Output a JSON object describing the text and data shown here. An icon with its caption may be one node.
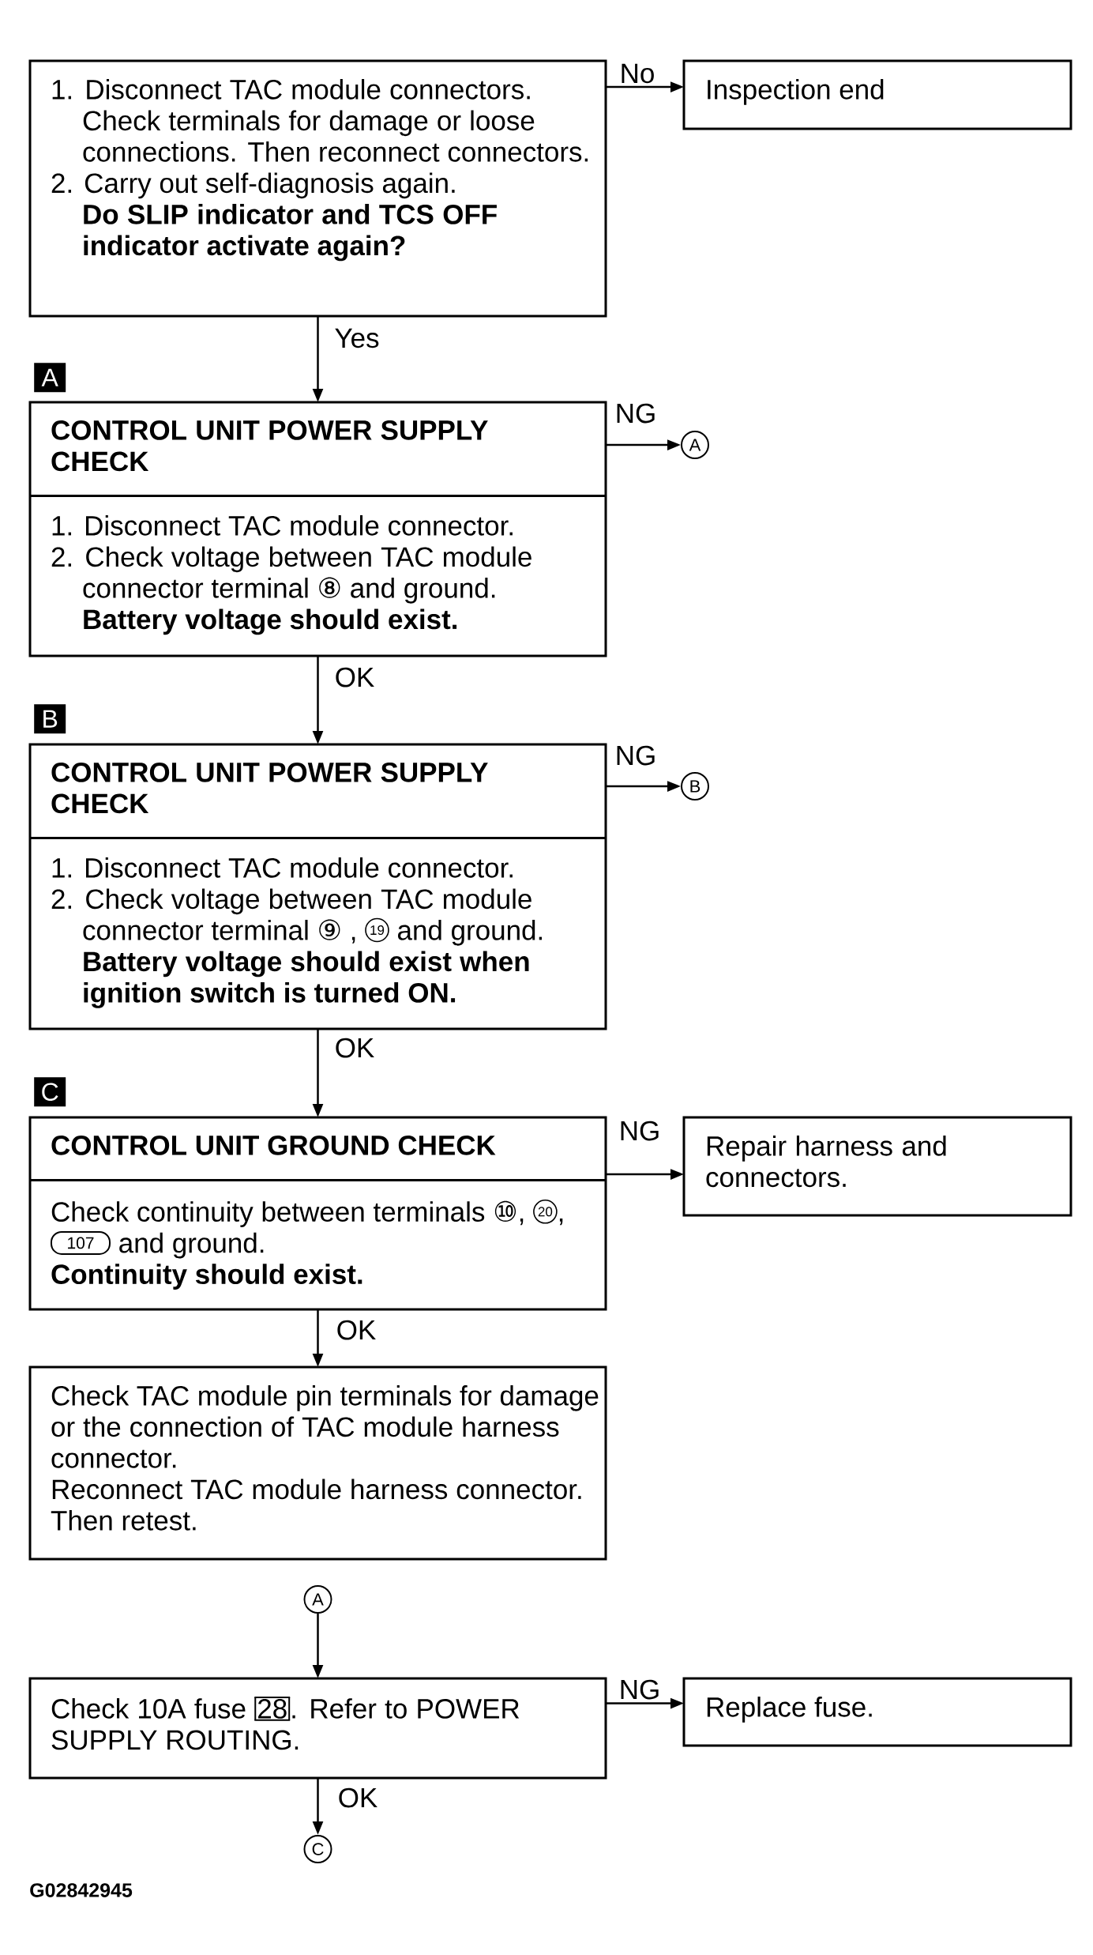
{
  "diagram": {
    "nodes": [
      {
        "text": [
          "1. Disconnect TAC module connectors. Check terminals for damage or loose connections. Then reconnect connectors.",
          "2. Carry out self-diagnosis again.",
          "Do SLIP indicator and TCS OFF indicator activate again?"
        ]
      },
      {
        "text": [
          "Inspection end"
        ]
      },
      {
        "text": [
          "CONTROL UNIT POWER SUPPLY CHECK",
          "1. Disconnect TAC module connector.",
          "2. Check voltage between TAC module connector terminal ⑧ and ground.",
          "Battery voltage should exist."
        ],
        "beside": [
          "A"
        ]
      },
      {
        "text": [
          "A"
        ]
      },
      {
        "text": [
          "CONTROL UNIT POWER SUPPLY CHECK",
          "1. Disconnect TAC module connector.",
          "2. Check voltage between TAC module connector terminal ⑨ ,",
          "19",
          "and ground.",
          "Battery voltage should exist when ignition switch is turned ON."
        ],
        "beside": [
          "B"
        ]
      },
      {
        "text": [
          "B"
        ]
      },
      {
        "text": [
          "CONTROL UNIT GROUND CHECK",
          "Check continuity between terminals ⑩,",
          "20",
          ",",
          "107",
          "and ground.",
          "Continuity should exist."
        ],
        "beside": [
          "C"
        ]
      },
      {
        "text": [
          "Repair harness and connectors."
        ]
      },
      {
        "text": [
          "Check TAC module pin terminals for damage or the connection of TAC module harness connector.",
          "Reconnect TAC module harness connector. Then retest."
        ]
      },
      {
        "text": [
          "A"
        ]
      },
      {
        "text": [
          "Check 10A fuse",
          "28",
          ". Refer to POWER SUPPLY ROUTING."
        ]
      },
      {
        "text": [
          "Replace fuse."
        ]
      },
      {
        "text": [
          "C"
        ]
      }
    ],
    "edges": [
      {
        "from": 0,
        "to": 1,
        "arrow": "to",
        "label": "No"
      },
      {
        "from": 0,
        "to": 2,
        "arrow": "to",
        "label": "Yes"
      },
      {
        "from": 2,
        "to": 3,
        "arrow": "to",
        "label": "NG"
      },
      {
        "from": 2,
        "to": 4,
        "arrow": "to",
        "label": "OK"
      },
      {
        "from": 4,
        "to": 5,
        "arrow": "to",
        "label": "NG"
      },
      {
        "from": 4,
        "to": 6,
        "arrow": "to",
        "label": "OK"
      },
      {
        "from": 6,
        "to": 7,
        "arrow": "to",
        "label": "NG"
      },
      {
        "from": 6,
        "to": 8,
        "arrow": "to",
        "label": "OK"
      },
      {
        "from": 9,
        "to": 10,
        "arrow": "to"
      },
      {
        "from": 10,
        "to": 11,
        "arrow": "to",
        "label": "NG"
      },
      {
        "from": 10,
        "to": 12,
        "arrow": "to",
        "label": "OK"
      }
    ],
    "labels": [
      "G02842945"
    ]
  }
}
